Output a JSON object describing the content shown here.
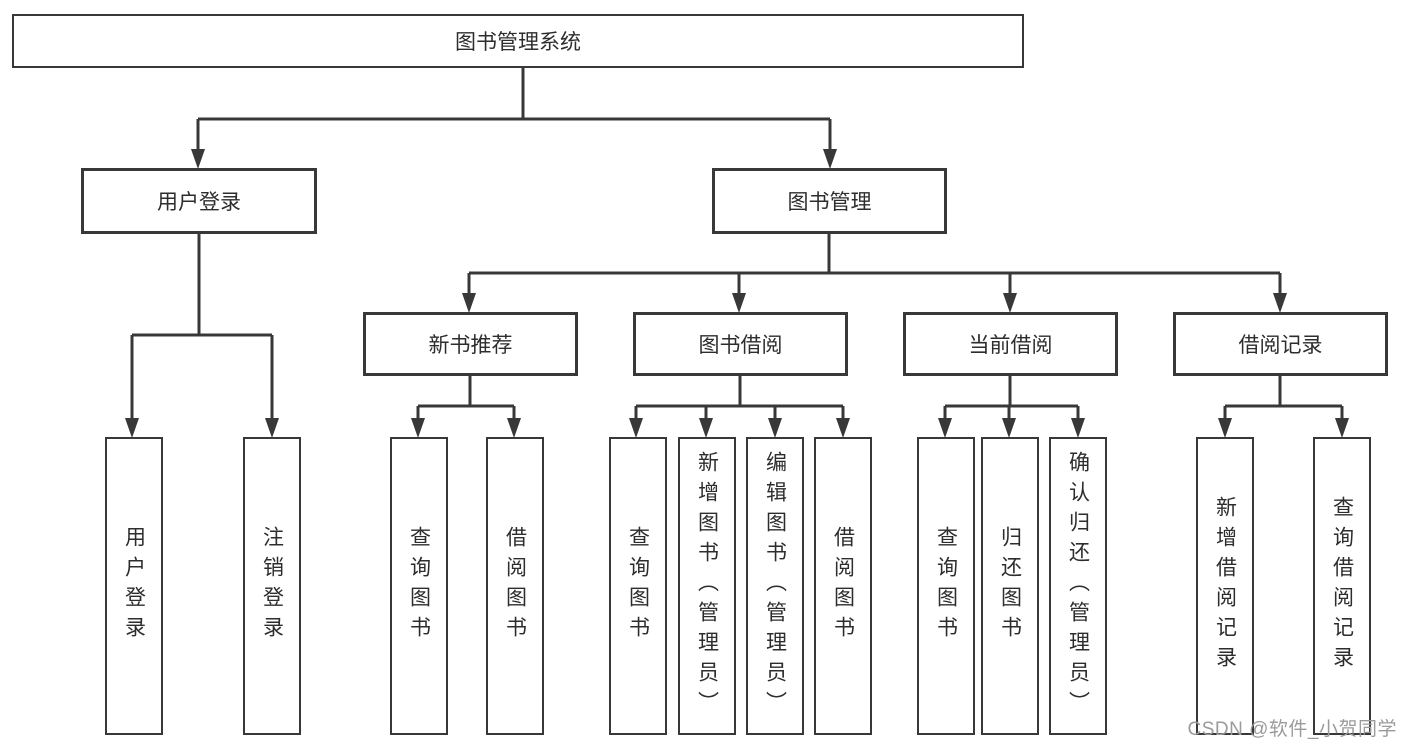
{
  "diagram": {
    "root": {
      "label": "图书管理系统"
    },
    "level2": [
      {
        "label": "用户登录"
      },
      {
        "label": "图书管理"
      }
    ],
    "level3": [
      {
        "label": "新书推荐"
      },
      {
        "label": "图书借阅"
      },
      {
        "label": "当前借阅"
      },
      {
        "label": "借阅记录"
      }
    ],
    "leaves": {
      "user_login": [
        "用户登录",
        "注销登录"
      ],
      "new_book_recommend": [
        "查询图书",
        "借阅图书"
      ],
      "book_borrow": [
        "查询图书",
        "新增图书（管理员）",
        "编辑图书（管理员）",
        "借阅图书"
      ],
      "current_borrow": [
        "查询图书",
        "归还图书",
        "确认归还（管理员）"
      ],
      "borrow_records": [
        "新增借阅记录",
        "查询借阅记录"
      ]
    },
    "colors": {
      "line": "#383838",
      "text": "#2d2d2d",
      "watermark": "#9b9b9b",
      "background": "#ffffff"
    },
    "watermark": "CSDN @软件_小贺同学"
  }
}
